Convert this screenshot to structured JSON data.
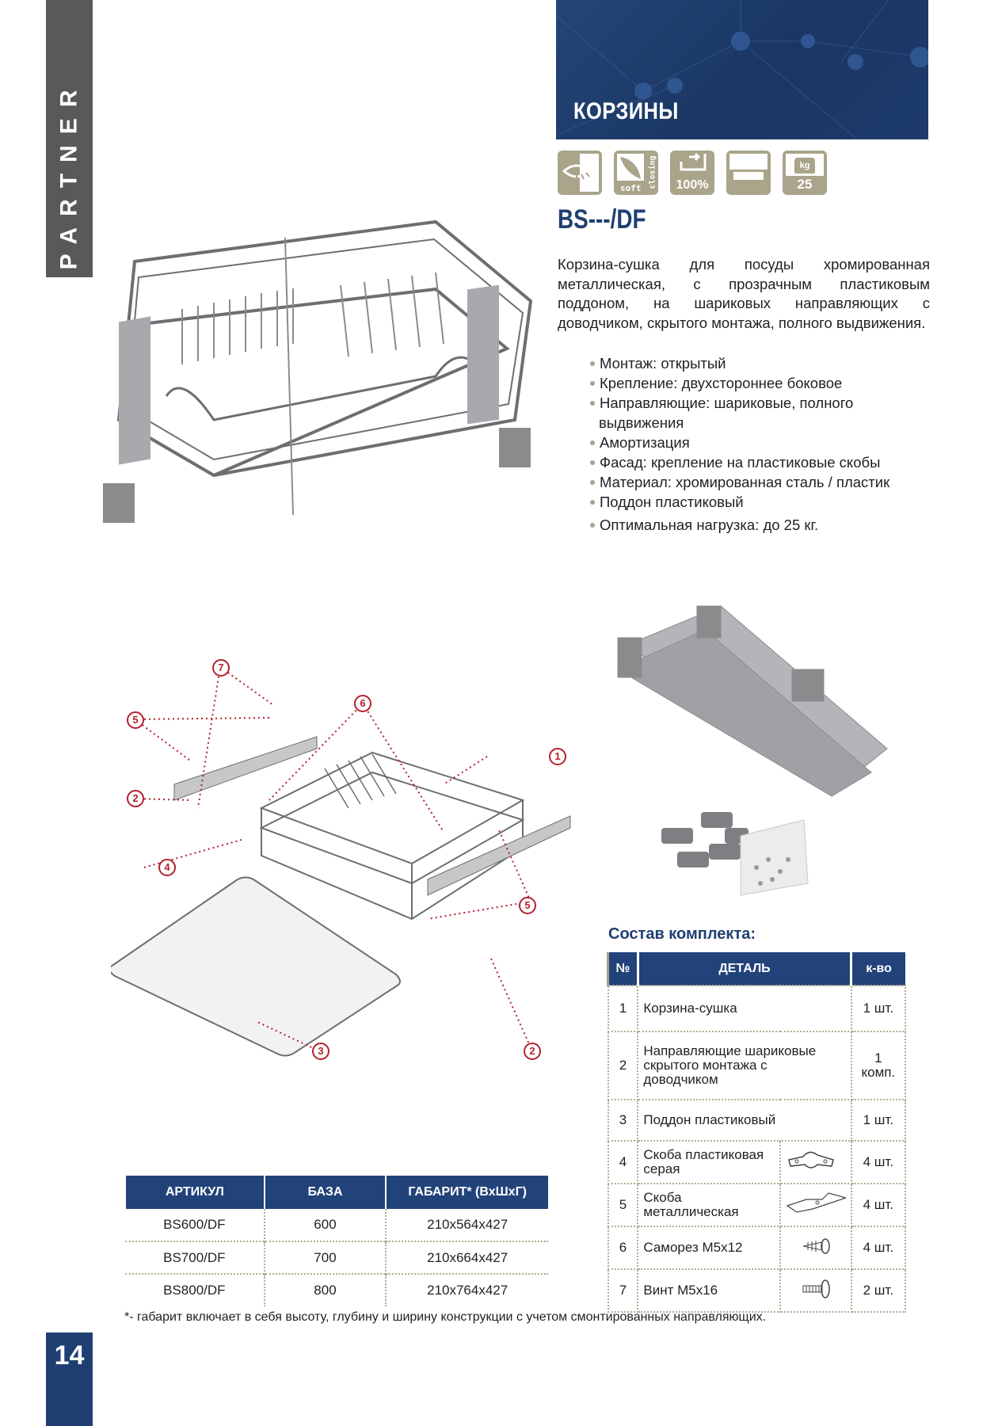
{
  "brand": "PARTNER",
  "page_number": "14",
  "header": {
    "title": "КОРЗИНЫ"
  },
  "feature_icons": [
    {
      "name": "hidden-mount-icon"
    },
    {
      "name": "soft-closing-icon",
      "text1": "soft",
      "text2": "closing"
    },
    {
      "name": "full-extension-icon",
      "text": "100%"
    },
    {
      "name": "drawer-icon"
    },
    {
      "name": "load-weight-icon",
      "unit": "kg",
      "value": "25"
    }
  ],
  "model": "BS---/DF",
  "description": "Корзина-сушка для посуды хромированная металлическая, с прозрачным пластиковым поддоном, на шариковых направляющих с доводчиком, скрытого монтажа, полного выдвижения.",
  "features": [
    "Монтаж: открытый",
    "Крепление: двухстороннее боковое",
    "Направляющие: шариковые, полного",
    "выдвижения",
    "Амортизация",
    "Фасад: крепление на пластиковые скобы",
    "Материал: хромированная сталь / пластик",
    "Поддон пластиковый",
    "Оптимальная нагрузка: до 25 кг."
  ],
  "diagram_callouts": [
    "1",
    "2",
    "2",
    "3",
    "4",
    "5",
    "5",
    "6",
    "7"
  ],
  "kit": {
    "title": "Состав комплекта:",
    "headers": [
      "№",
      "ДЕТАЛЬ",
      "к-во"
    ],
    "rows": [
      {
        "n": "1",
        "part": "Корзина-сушка",
        "qty": "1 шт."
      },
      {
        "n": "2",
        "part": "Направляющие шариковые скрытого монтажа с доводчиком",
        "qty": "1 комп."
      },
      {
        "n": "3",
        "part": "Поддон пластиковый",
        "qty": "1 шт."
      },
      {
        "n": "4",
        "part": "Скоба пластиковая серая",
        "qty": "4 шт."
      },
      {
        "n": "5",
        "part": "Скоба металлическая",
        "qty": "4 шт."
      },
      {
        "n": "6",
        "part": "Саморез М5х12",
        "qty": "4 шт."
      },
      {
        "n": "7",
        "part": "Винт М5х16",
        "qty": "2 шт."
      }
    ]
  },
  "articles": {
    "headers": [
      "АРТИКУЛ",
      "БАЗА",
      "ГАБАРИТ* (ВхШхГ)"
    ],
    "rows": [
      [
        "BS600/DF",
        "600",
        "210x564x427"
      ],
      [
        "BS700/DF",
        "700",
        "210x664x427"
      ],
      [
        "BS800/DF",
        "800",
        "210x764x427"
      ]
    ]
  },
  "footnote": "*- габарит включает в себя высоту, глубину и ширину конструкции с учетом смонтированных направляющих."
}
